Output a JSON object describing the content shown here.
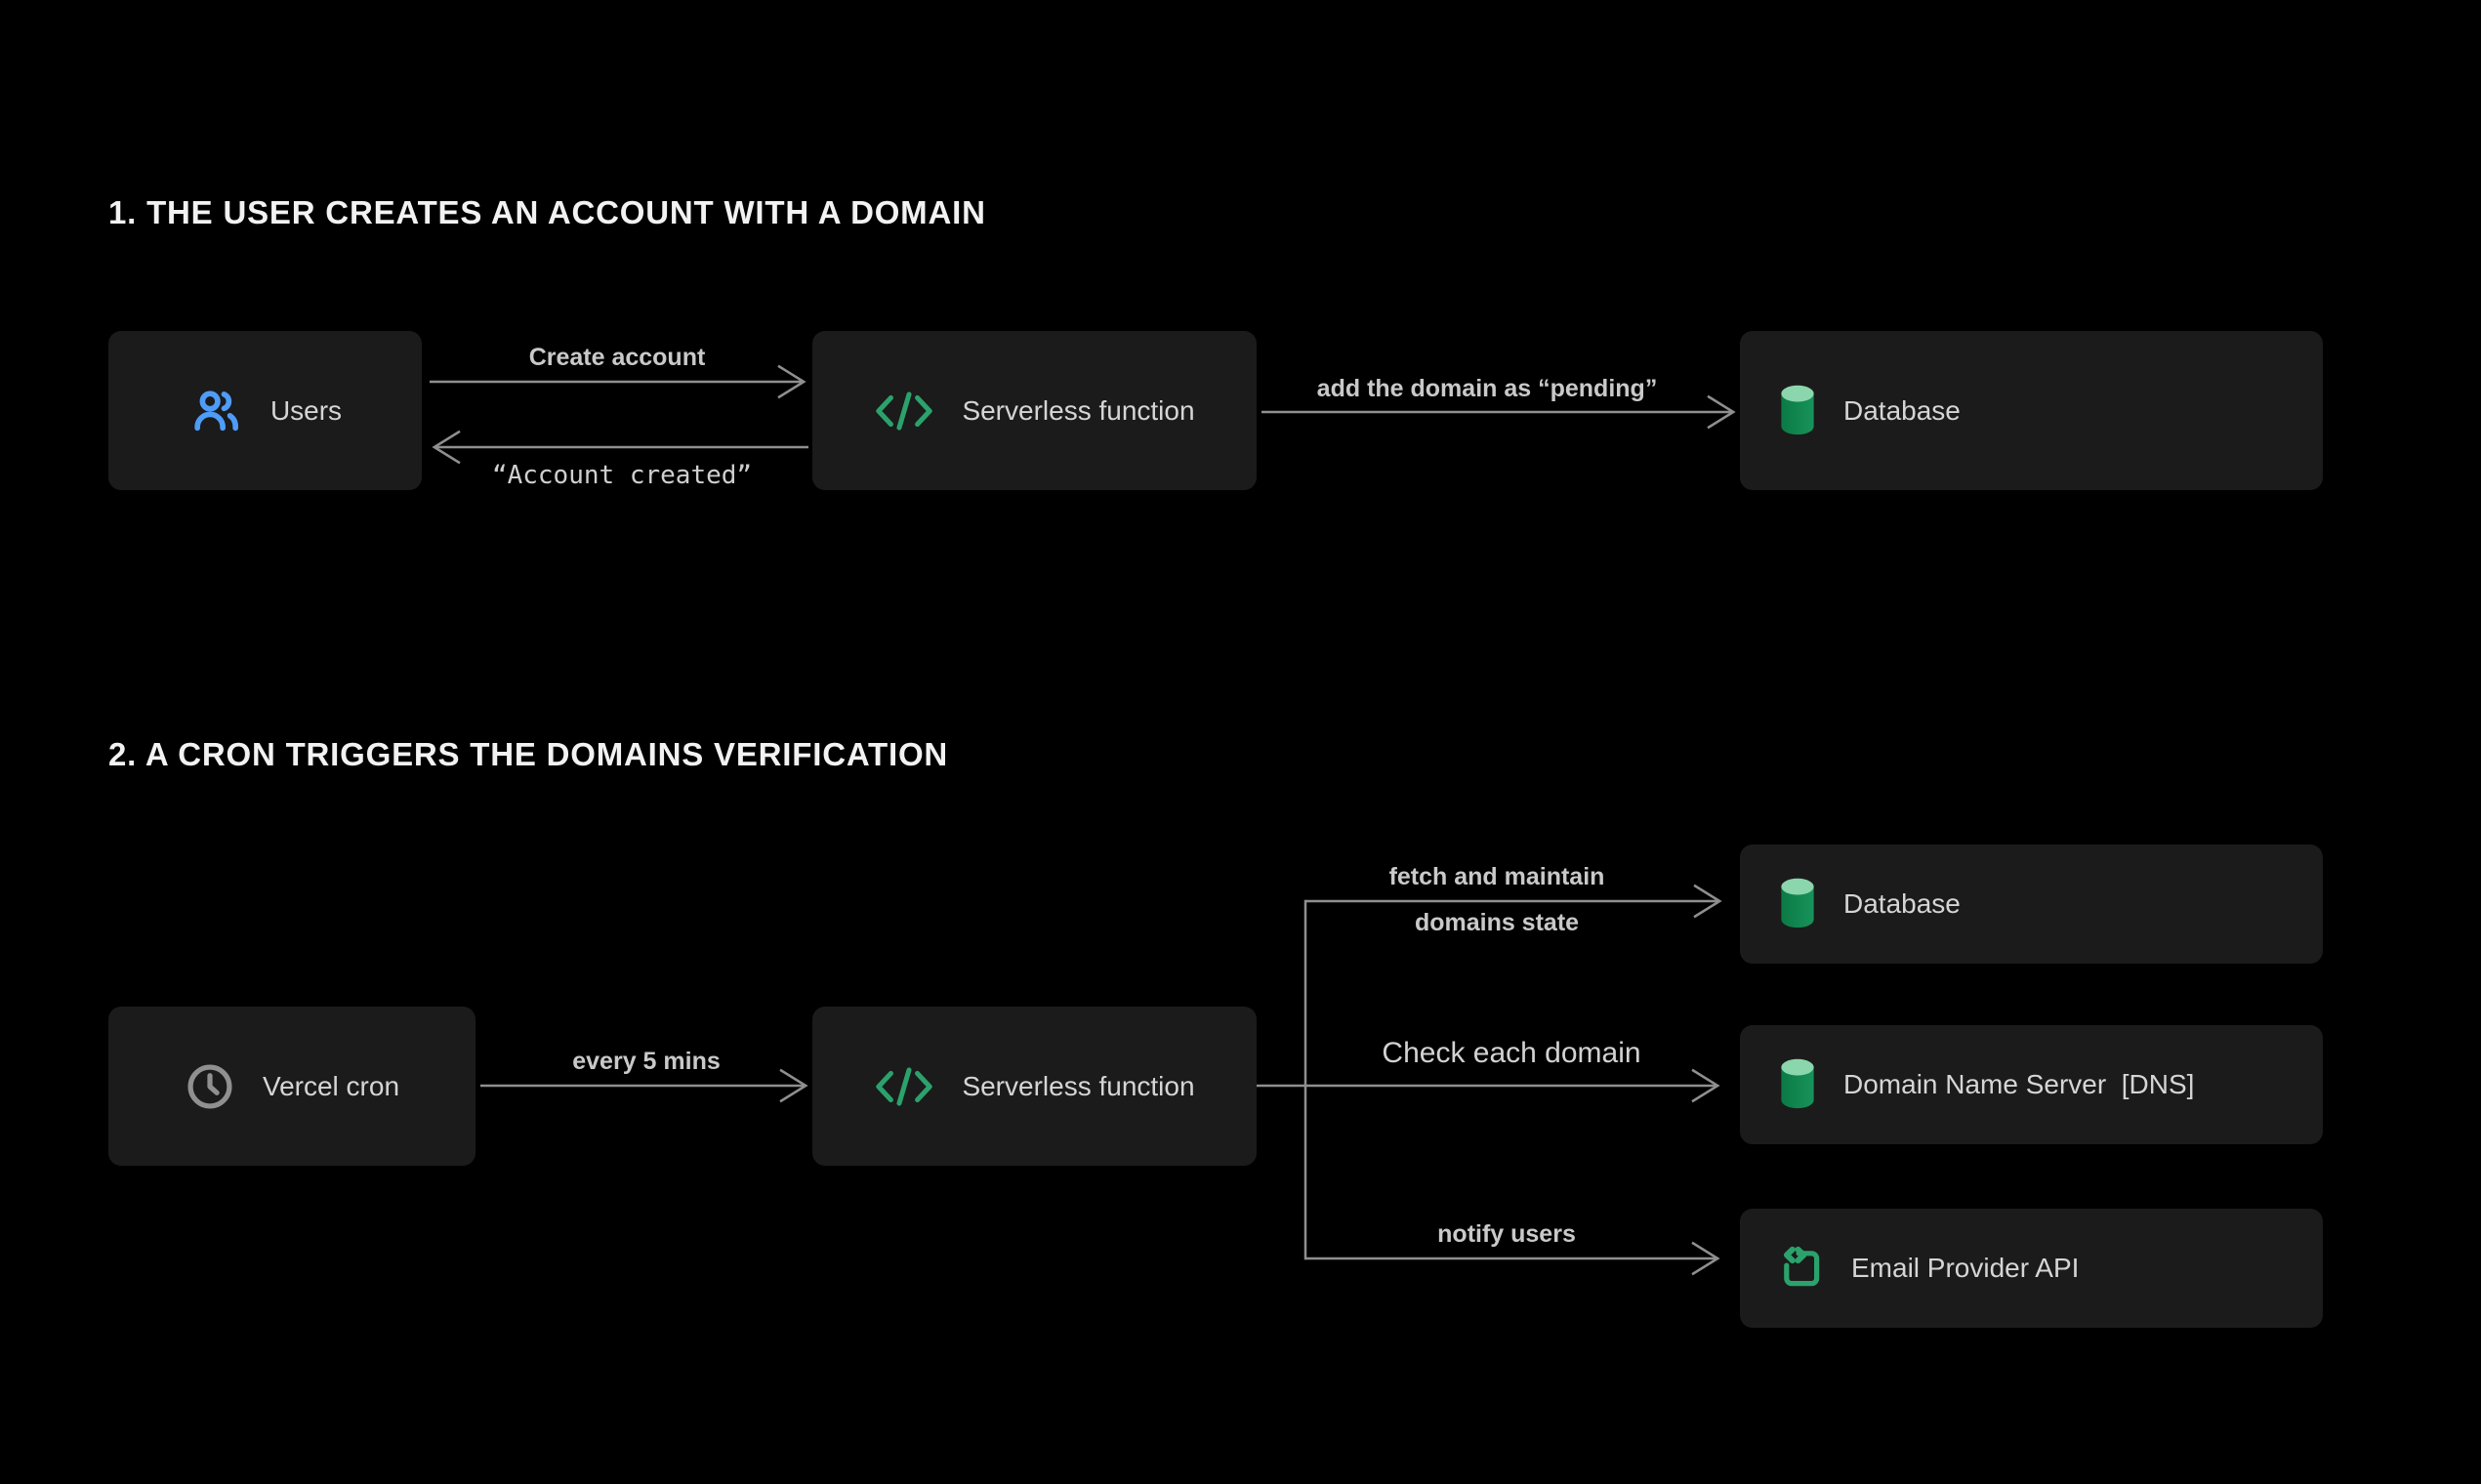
{
  "page": {
    "background": "#000000"
  },
  "colors": {
    "box_background": "#1b1b1b",
    "node_text": "#d5d5d5",
    "title_text": "#f2f2f2",
    "connector_line": "#8f8f8f",
    "edge_label_text": "#c9c9c9",
    "users_icon_blue": "#4f9cf8",
    "code_icon_green": "#2ba26c",
    "database_top_green": "#8bd6ac",
    "database_body_green": "#10894e",
    "clock_icon_gray": "#909090"
  },
  "icons": {
    "users": "users-icon",
    "serverless": "code-icon",
    "database": "database-cylinder-icon",
    "cron": "clock-icon",
    "email_api": "api-code-square-icon"
  },
  "section1": {
    "title": "1. THE USER CREATES AN ACCOUNT WITH A DOMAIN",
    "nodes": {
      "users": "Users",
      "serverless": "Serverless function",
      "database": "Database"
    },
    "edges": {
      "create_account": "Create account",
      "account_created": "“Account created”",
      "add_pending": "add the domain as “pending”"
    }
  },
  "section2": {
    "title": "2. A CRON TRIGGERS THE DOMAINS VERIFICATION",
    "nodes": {
      "cron": "Vercel cron",
      "serverless": "Serverless function",
      "database": "Database",
      "dns": "Domain Name Server  [DNS]",
      "email": "Email Provider API"
    },
    "edges": {
      "every_5_mins": "every 5 mins",
      "fetch_maintain_line1": "fetch and maintain",
      "fetch_maintain_line2": "domains state",
      "check_domain": "Check each domain",
      "notify_users": "notify users"
    }
  }
}
